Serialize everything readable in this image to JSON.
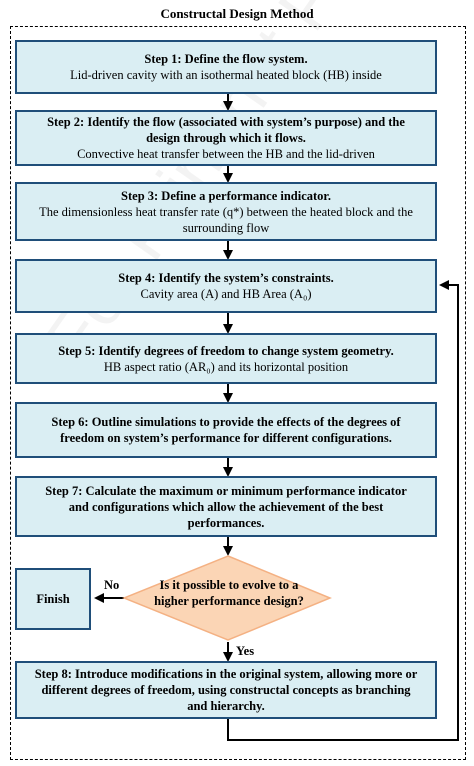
{
  "title": "Constructal Design Method",
  "watermark": "For Print not Peer review",
  "steps": [
    {
      "head": "Step 1: Define the flow system.",
      "body": "Lid-driven cavity with an isothermal heated block (HB) inside"
    },
    {
      "head": "Step 2: Identify the flow (associated with system’s purpose) and the design through which it flows.",
      "body": "Convective heat transfer between the HB and the lid-driven"
    },
    {
      "head": "Step 3: Define a performance indicator.",
      "body": "The dimensionless heat transfer rate (q*) between the heated block and the surrounding flow"
    },
    {
      "head": "Step 4: Identify the system’s constraints.",
      "body": "Cavity area (A) and HB Area (A₀)"
    },
    {
      "head": "Step 5: Identify degrees of freedom to change system geometry.",
      "body": "HB aspect ratio (AR₀) and its horizontal position"
    },
    {
      "head": "Step 6: Outline simulations to provide the effects of the degrees of freedom on system’s performance for different configurations.",
      "body": ""
    },
    {
      "head": "Step 7: Calculate the maximum or minimum performance indicator and configurations which allow the achievement of the best performances.",
      "body": ""
    },
    {
      "head": "Step 8: Introduce modifications in the original system, allowing more or different degrees of freedom, using constructal concepts as branching and hierarchy.",
      "body": ""
    }
  ],
  "decision": "Is it possible to evolve to a higher performance design?",
  "finish": "Finish",
  "no_label": "No",
  "yes_label": "Yes",
  "colors": {
    "box_fill": "#daeef3",
    "box_border": "#1f4e79",
    "diamond_fill": "#fbd5b5",
    "diamond_border": "#f4b183"
  }
}
